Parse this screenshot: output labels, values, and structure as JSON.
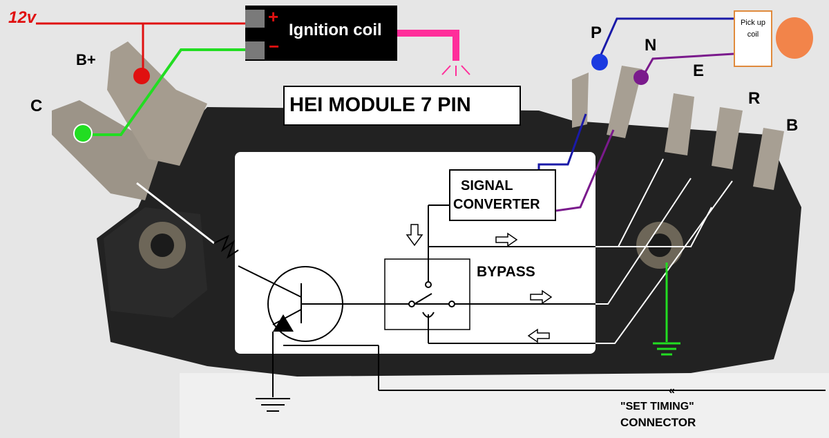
{
  "title": "HEI MODULE 7 PIN",
  "coil": {
    "label": "Ignition coil",
    "plus": "+",
    "minus": "−"
  },
  "supply": "12v",
  "pins": {
    "b_plus": "B+",
    "c": "C",
    "p": "P",
    "n": "N",
    "e": "E",
    "r": "R",
    "b": "B"
  },
  "pickup": {
    "line1": "Pick up",
    "line2": "coil"
  },
  "blocks": {
    "signal_line1": "SIGNAL",
    "signal_line2": "CONVERTER",
    "bypass": "BYPASS"
  },
  "connector": {
    "line1": "\"SET TIMING\"",
    "line2": "CONNECTOR"
  },
  "colors": {
    "red": "#e01010",
    "green": "#22dd22",
    "pink": "#ff2e9a",
    "blue": "#1a1aa8",
    "purple": "#7a1a8c",
    "orange": "#f2844a",
    "module": "#1f1f1f"
  }
}
